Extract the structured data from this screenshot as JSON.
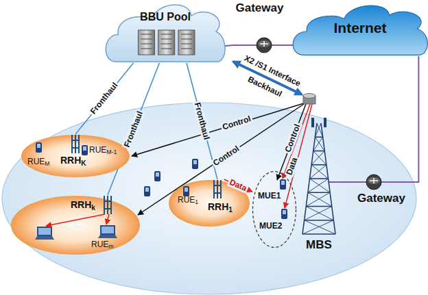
{
  "diagram": {
    "nodes": [
      {
        "text": [
          "BBU Pool"
        ]
      },
      {
        "text": [
          "Gateway"
        ]
      },
      {
        "text": [
          "Internet"
        ]
      },
      {
        "text": [
          "Gateway"
        ]
      },
      {
        "text": [
          "MBS"
        ]
      },
      {
        "text": [
          "RRHK",
          "RUEM",
          "RUEM-1"
        ]
      },
      {
        "text": [
          "RRHk",
          "RUEm"
        ]
      },
      {
        "text": [
          "RRH1",
          "RUE1"
        ]
      },
      {
        "text": [
          "MUE1",
          "MUE2"
        ]
      }
    ],
    "edges": [
      {
        "from": 0,
        "to": 1,
        "arrow": "none"
      },
      {
        "from": 1,
        "to": 2,
        "arrow": "none"
      },
      {
        "from": 2,
        "to": 3,
        "arrow": "none"
      },
      {
        "from": 3,
        "to": 4,
        "arrow": "none"
      },
      {
        "from": 0,
        "to": 5,
        "label": "Fronthaul",
        "arrow": "none"
      },
      {
        "from": 0,
        "to": 6,
        "label": "Fronthaul",
        "arrow": "none"
      },
      {
        "from": 0,
        "to": 7,
        "label": "Fronthaul",
        "arrow": "none"
      },
      {
        "from": 7,
        "to": 8,
        "label": "Data",
        "arrow": "to"
      }
    ],
    "labels": [
      "X2 /S1 Interface",
      "Backhaul",
      "Control",
      "Control",
      "Control",
      "Data"
    ]
  }
}
